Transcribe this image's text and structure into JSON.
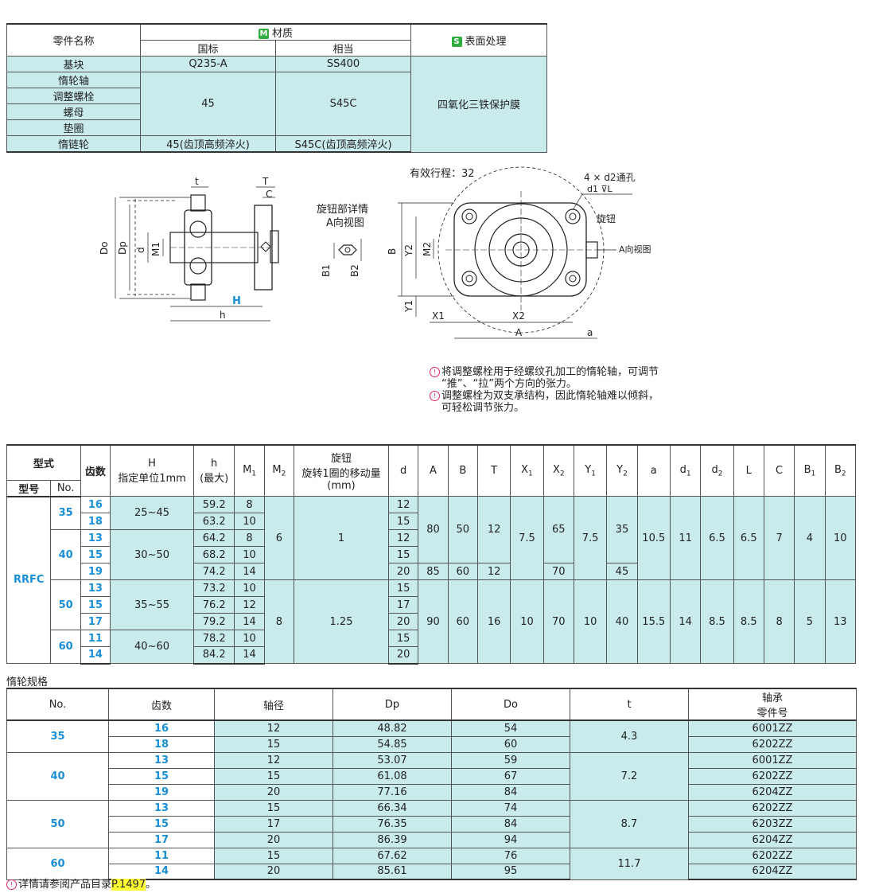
{
  "material": {
    "h_part": "零件名称",
    "h_mat_badge": "M",
    "h_mat": "材质",
    "h_std": "国标",
    "h_eq": "相当",
    "h_surf_badge": "S",
    "h_surf": "表面处理",
    "rows": [
      {
        "name": "基块",
        "std": "Q235-A",
        "eq": "SS400"
      },
      {
        "name": "惰轮轴"
      },
      {
        "name": "调整螺栓"
      },
      {
        "name": "螺母"
      },
      {
        "name": "垫圈"
      },
      {
        "name": "惰链轮",
        "std": "45(齿顶高频淬火)",
        "eq": "S45C(齿顶高频淬火)"
      }
    ],
    "std_group": "45",
    "eq_group": "S45C",
    "surface": "四氧化三铁保护膜"
  },
  "drawing": {
    "stroke_label": "有效行程：32",
    "knob_detail_1": "旋钮部详情",
    "knob_detail_2": "A向视图",
    "hole_label": "4 × d2通孔",
    "hole_sub": "d1 ⊽L",
    "knob": "旋钮",
    "view_a": "A向视图",
    "dims": {
      "t": "t",
      "T": "T",
      "C": "C",
      "Do": "Do",
      "Dp": "Dp",
      "d": "d",
      "M1": "M1",
      "H": "H",
      "h": "h",
      "B1": "B1",
      "B2": "B2",
      "B": "B",
      "Y2": "Y2",
      "M2": "M2",
      "Y1": "Y1",
      "X1": "X1",
      "X2": "X2",
      "A": "A",
      "a": "a"
    }
  },
  "notes": [
    "将调整螺栓用于经螺纹孔加工的惰轮轴，可调节",
    "“推”、“拉”两个方向的张力。",
    "调整螺栓为双支承结构，因此惰轮轴难以倾斜，",
    "可轻松调节张力。"
  ],
  "spec": {
    "headers": {
      "type": "型式",
      "model": "型号",
      "no": "No.",
      "teeth": "齿数",
      "H1": "H",
      "H2": "指定单位1mm",
      "h1": "h",
      "h2": "(最大)",
      "M1": "M",
      "M2": "M",
      "knob1": "旋钮",
      "knob2": "旋转1圈的移动量",
      "knob3": "(mm)",
      "d": "d",
      "A": "A",
      "B": "B",
      "T": "T",
      "X1": "X",
      "X2": "X",
      "Y1": "Y",
      "Y2": "Y",
      "a": "a",
      "d1": "d",
      "d2": "d",
      "L": "L",
      "C": "C",
      "B1": "B",
      "B2": "B",
      "sub1": "1",
      "sub2": "2"
    },
    "model": "RRFC",
    "groups": [
      {
        "no": "35",
        "H": "25~45",
        "rows": [
          {
            "z": "16",
            "h": "59.2",
            "m1": "8",
            "d": "12"
          },
          {
            "z": "18",
            "h": "63.2",
            "m1": "10",
            "d": "15"
          }
        ]
      },
      {
        "no": "40",
        "H": "30~50",
        "rows": [
          {
            "z": "13",
            "h": "64.2",
            "m1": "8",
            "d": "12"
          },
          {
            "z": "15",
            "h": "68.2",
            "m1": "10",
            "d": "15"
          },
          {
            "z": "19",
            "h": "74.2",
            "m1": "14",
            "d": "20"
          }
        ]
      },
      {
        "no": "50",
        "H": "35~55",
        "rows": [
          {
            "z": "13",
            "h": "73.2",
            "m1": "10",
            "d": "15"
          },
          {
            "z": "15",
            "h": "76.2",
            "m1": "12",
            "d": "17"
          },
          {
            "z": "17",
            "h": "79.2",
            "m1": "14",
            "d": "20"
          }
        ]
      },
      {
        "no": "60",
        "H": "40~60",
        "rows": [
          {
            "z": "11",
            "h": "78.2",
            "m1": "10",
            "d": "15"
          },
          {
            "z": "14",
            "h": "84.2",
            "m1": "14",
            "d": "20"
          }
        ]
      }
    ],
    "upper": {
      "m2": "6",
      "knob": "1",
      "A": "80",
      "B": "50",
      "T": "12",
      "X1": "7.5",
      "X2": "65",
      "Y1": "7.5",
      "Y2": "35",
      "a": "10.5",
      "d1": "11",
      "d2": "6.5",
      "L": "6.5",
      "C": "7",
      "B1": "4",
      "B2": "10",
      "A19": "85",
      "B19": "60",
      "T19": "12",
      "X219": "70",
      "Y219": "45"
    },
    "lower": {
      "m2": "8",
      "knob": "1.25",
      "A": "90",
      "B": "60",
      "T": "16",
      "X1": "10",
      "X2": "70",
      "Y1": "10",
      "Y2": "40",
      "a": "15.5",
      "d1": "14",
      "d2": "8.5",
      "L": "8.5",
      "C": "8",
      "B1": "5",
      "B2": "13"
    }
  },
  "sprocket": {
    "title": "惰轮规格",
    "headers": {
      "no": "No.",
      "teeth": "齿数",
      "shaft": "轴径",
      "dp": "Dp",
      "do": "Do",
      "t": "t",
      "bearing1": "轴承",
      "bearing2": "零件号"
    },
    "groups": [
      {
        "no": "35",
        "t": "4.3",
        "rows": [
          {
            "z": "16",
            "shaft": "12",
            "dp": "48.82",
            "do": "54",
            "bearing": "6001ZZ"
          },
          {
            "z": "18",
            "shaft": "15",
            "dp": "54.85",
            "do": "60",
            "bearing": "6202ZZ"
          }
        ]
      },
      {
        "no": "40",
        "t": "7.2",
        "rows": [
          {
            "z": "13",
            "shaft": "12",
            "dp": "53.07",
            "do": "59",
            "bearing": "6001ZZ"
          },
          {
            "z": "15",
            "shaft": "15",
            "dp": "61.08",
            "do": "67",
            "bearing": "6202ZZ"
          },
          {
            "z": "19",
            "shaft": "20",
            "dp": "77.16",
            "do": "84",
            "bearing": "6204ZZ"
          }
        ]
      },
      {
        "no": "50",
        "t": "8.7",
        "rows": [
          {
            "z": "13",
            "shaft": "15",
            "dp": "66.34",
            "do": "74",
            "bearing": "6202ZZ"
          },
          {
            "z": "15",
            "shaft": "17",
            "dp": "76.35",
            "do": "84",
            "bearing": "6203ZZ"
          },
          {
            "z": "17",
            "shaft": "20",
            "dp": "86.39",
            "do": "94",
            "bearing": "6204ZZ"
          }
        ]
      },
      {
        "no": "60",
        "t": "11.7",
        "rows": [
          {
            "z": "11",
            "shaft": "15",
            "dp": "67.62",
            "do": "76",
            "bearing": "6202ZZ"
          },
          {
            "z": "14",
            "shaft": "20",
            "dp": "85.61",
            "do": "95",
            "bearing": "6204ZZ"
          }
        ]
      }
    ]
  },
  "footer": {
    "text": "详情请参阅产品目录",
    "link": "P.1497",
    "end": "。"
  }
}
